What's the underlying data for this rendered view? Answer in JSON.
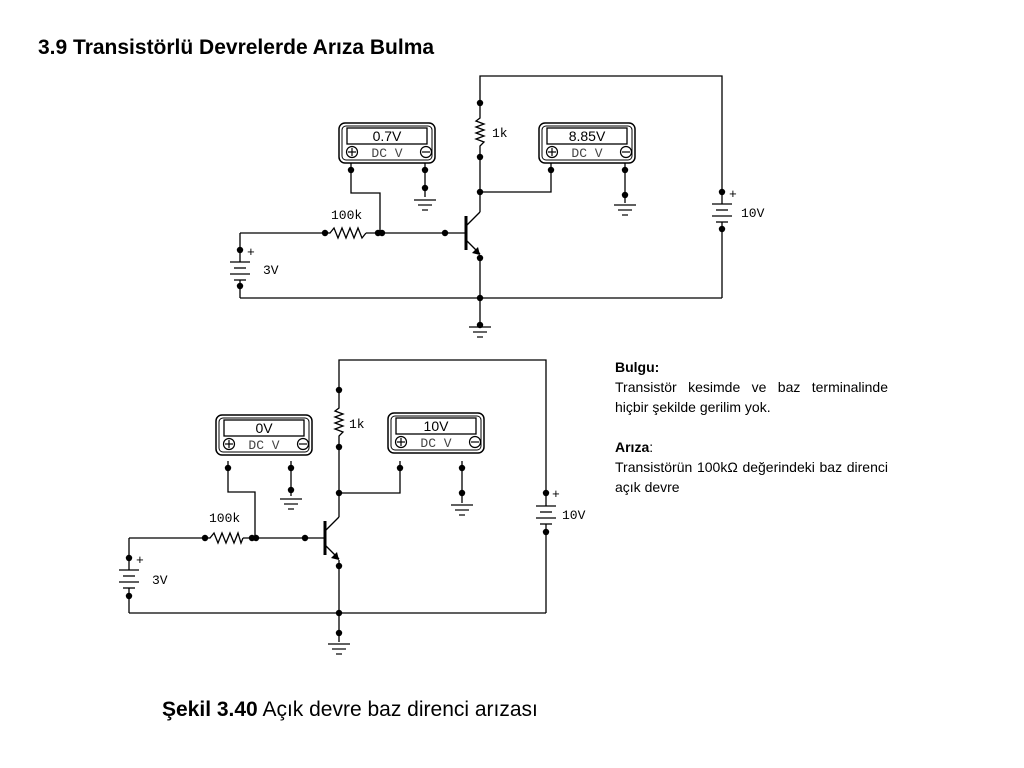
{
  "page": {
    "title": "3.9 Transistörlü Devrelerde Arıza Bulma"
  },
  "circuits": [
    {
      "base_resistor": "100k",
      "collector_resistor": "1k",
      "base_supply": "3V",
      "collector_supply": "10V",
      "base_meter": {
        "reading": "0.7V",
        "mode": "DC V"
      },
      "collector_meter": {
        "reading": "8.85V",
        "mode": "DC V"
      }
    },
    {
      "base_resistor": "100k",
      "collector_resistor": "1k",
      "base_supply": "3V",
      "collector_supply": "10V",
      "base_meter": {
        "reading": "0V",
        "mode": "DC V"
      },
      "collector_meter": {
        "reading": "10V",
        "mode": "DC V"
      }
    }
  ],
  "findings": {
    "observation_heading": "Bulgu:",
    "observation_text": "Transistör kesimde ve baz terminalinde hiçbir şekilde gerilim yok.",
    "fault_heading": "Arıza",
    "fault_colon": ":",
    "fault_text": "Transistörün 100kΩ değerindeki baz direnci açık devre"
  },
  "caption": {
    "figure_number": "Şekil 3.40",
    "text": "Açık devre baz direnci arızası"
  }
}
